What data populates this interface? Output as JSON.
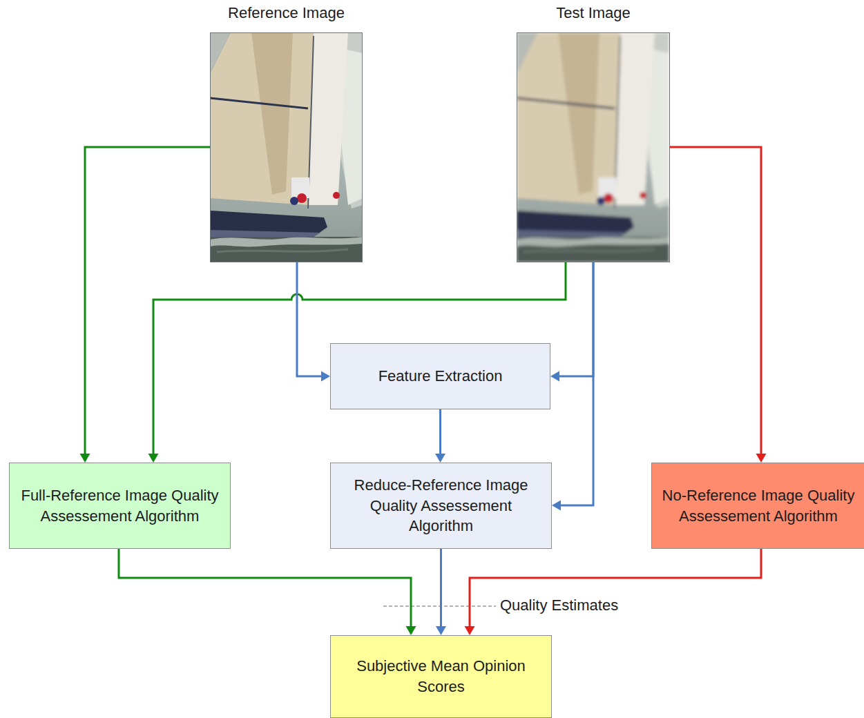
{
  "diagram": {
    "nodes": [
      {
        "text": [
          "Reference Image"
        ]
      },
      {
        "text": [
          "Test Image"
        ]
      },
      {
        "text": [
          "Feature Extraction"
        ]
      },
      {
        "text": [
          "Full-Reference Image Quality Assessement Algorithm"
        ]
      },
      {
        "text": [
          "Reduce-Reference Image Quality Assessement Algorithm"
        ]
      },
      {
        "text": [
          "No-Reference Image Quality Assessement Algorithm"
        ]
      },
      {
        "text": [
          "Subjective Mean Opinion Scores"
        ]
      }
    ],
    "edges": [
      {
        "from": 0,
        "to": 3,
        "arrow": "to"
      },
      {
        "from": 1,
        "to": 3,
        "arrow": "to"
      },
      {
        "from": 0,
        "to": 2,
        "arrow": "to"
      },
      {
        "from": 1,
        "to": 2,
        "arrow": "to"
      },
      {
        "from": 1,
        "to": 4,
        "arrow": "to"
      },
      {
        "from": 1,
        "to": 5,
        "arrow": "to"
      },
      {
        "from": 2,
        "to": 4,
        "arrow": "to"
      },
      {
        "from": 3,
        "to": 6,
        "arrow": "to"
      },
      {
        "from": 4,
        "to": 6,
        "arrow": "to"
      },
      {
        "from": 5,
        "to": 6,
        "arrow": "to"
      }
    ],
    "labels": [
      "Quality Estimates"
    ]
  }
}
